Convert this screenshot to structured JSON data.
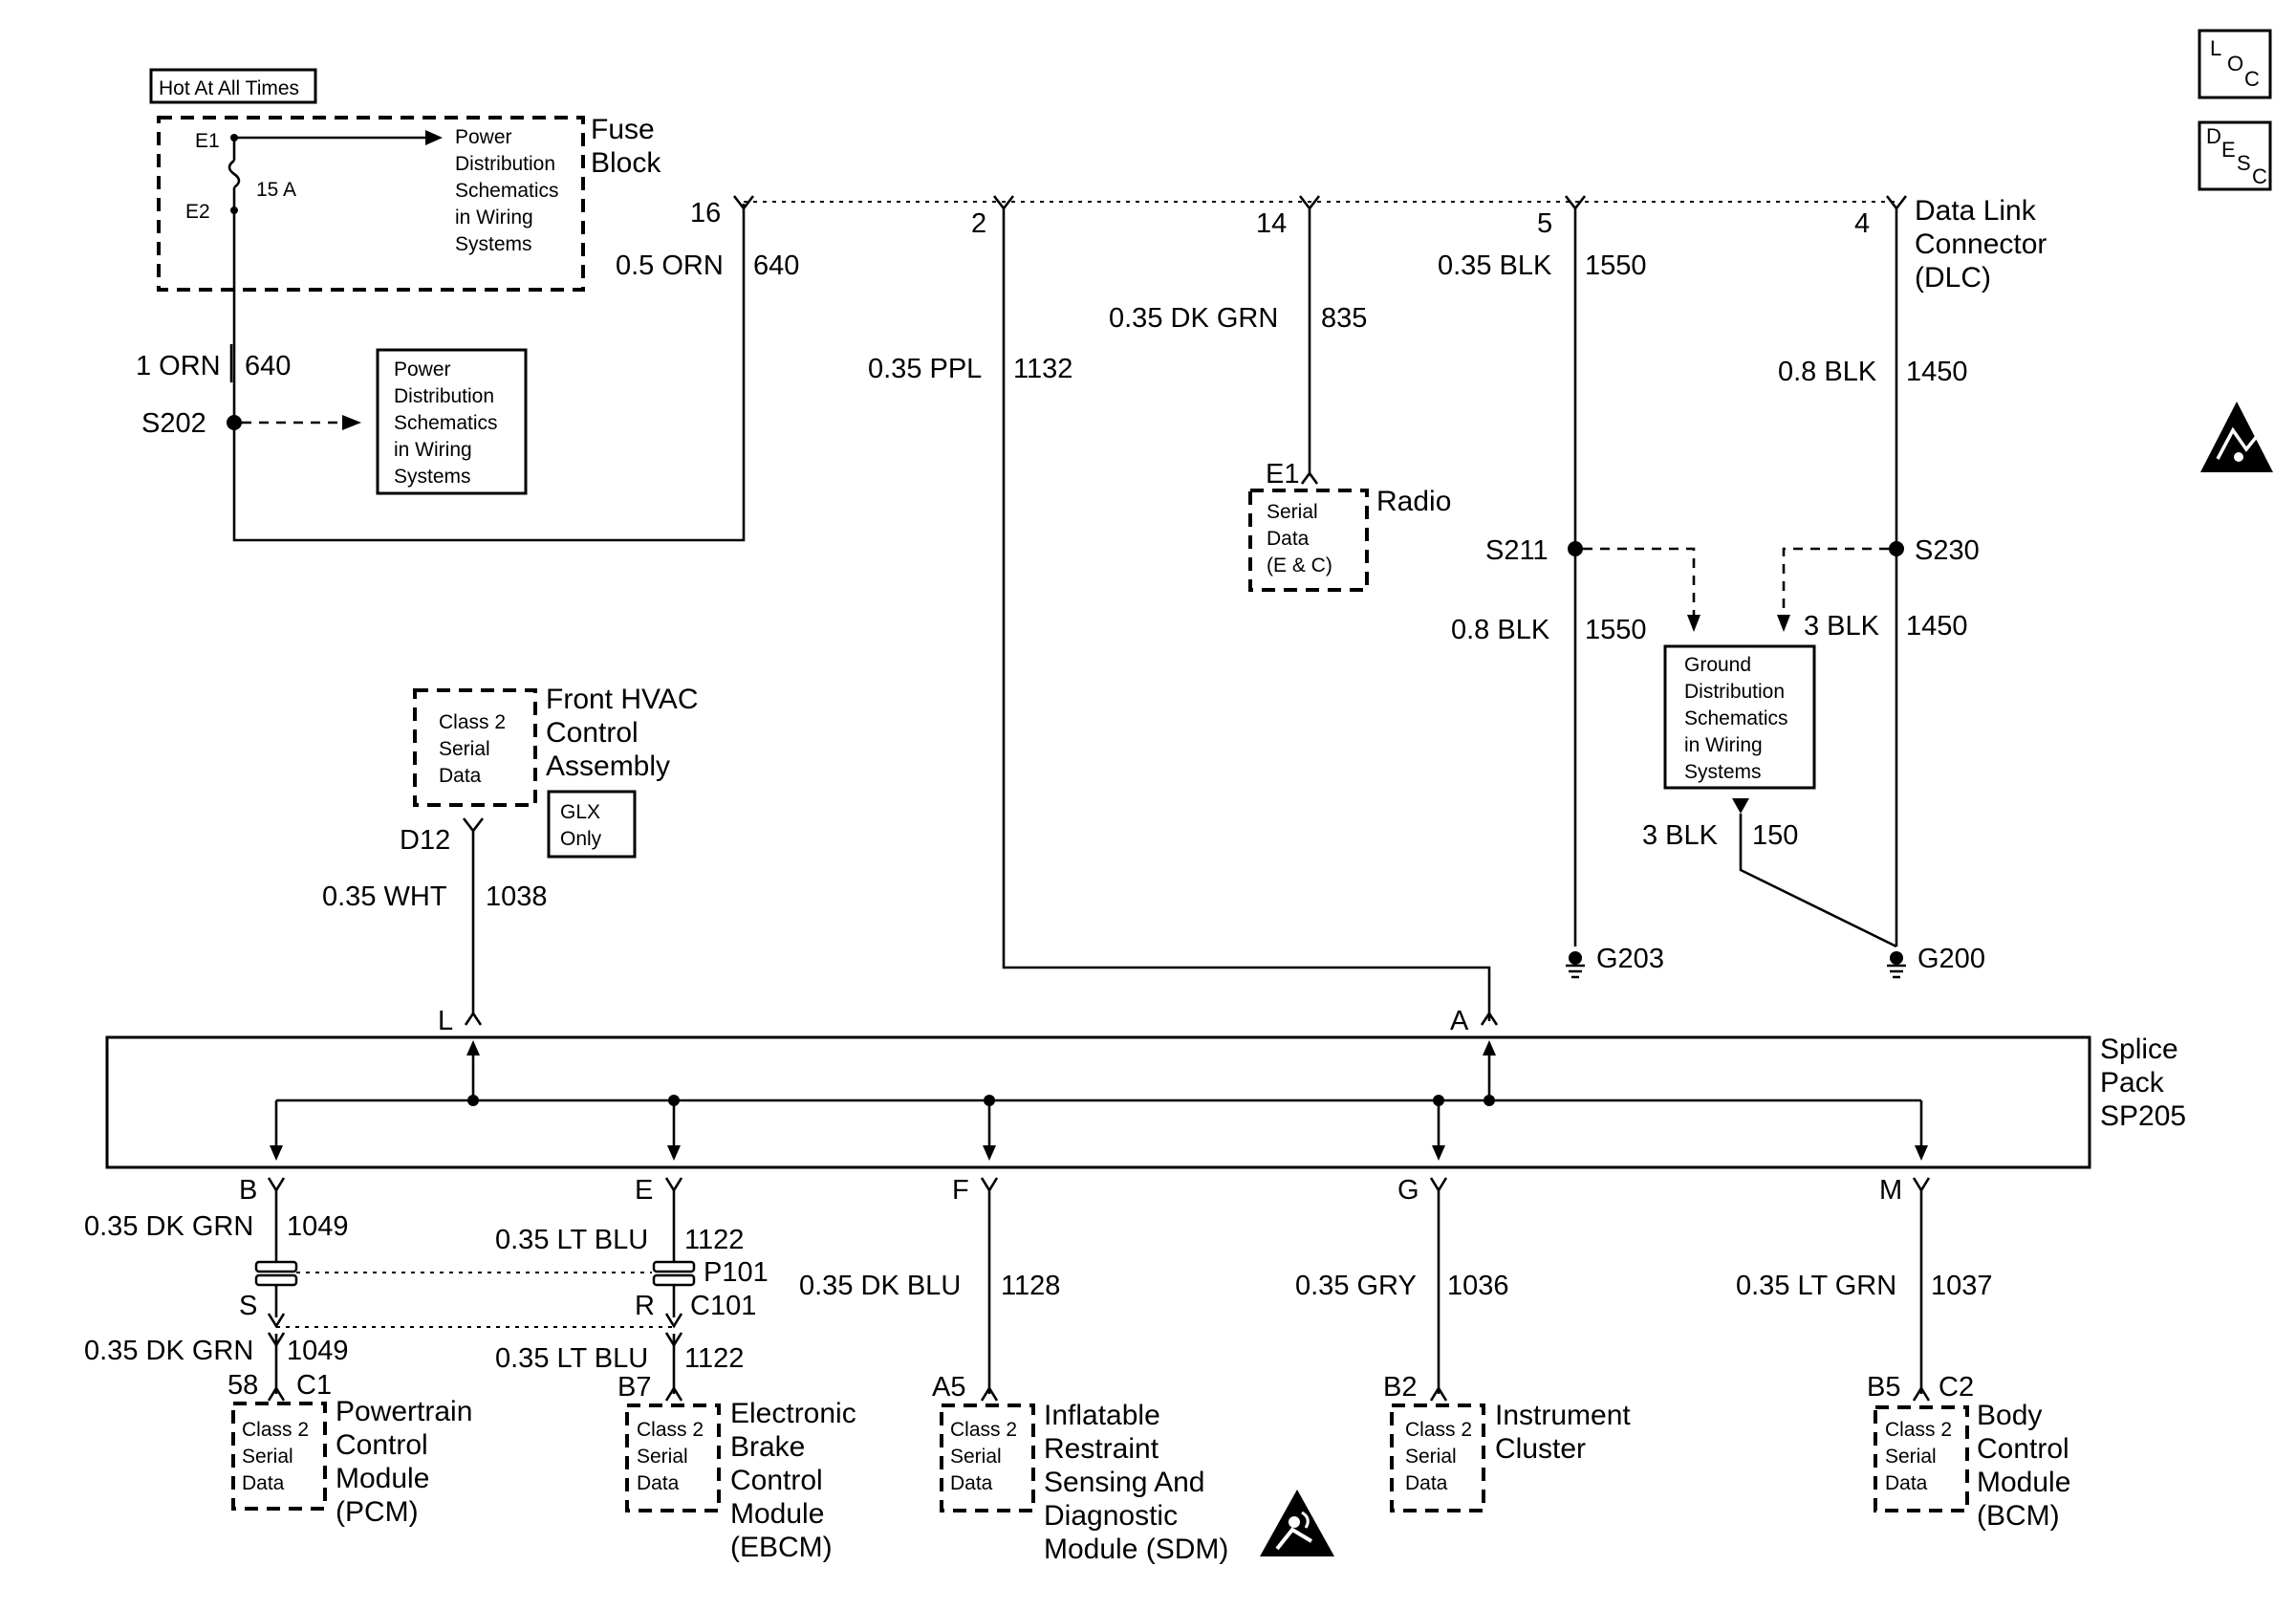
{
  "header": {
    "hot_at_all_times": "Hot At All Times",
    "loc_letters": [
      "L",
      "O",
      "C"
    ],
    "desc_letters": [
      "D",
      "E",
      "S",
      "C"
    ]
  },
  "fuse_block": {
    "title_line1": "Fuse",
    "title_line2": "Block",
    "e1": "E1",
    "e2": "E2",
    "fuse": "15 A",
    "power_ref": [
      "Power",
      "Distribution",
      "Schematics",
      "in Wiring",
      "Systems"
    ]
  },
  "s202": {
    "splice": "S202",
    "wire_gauge": "1 ORN",
    "circuit": "640",
    "power_ref": [
      "Power",
      "Distribution",
      "Schematics",
      "in Wiring",
      "Systems"
    ]
  },
  "dlc": {
    "title": [
      "Data Link",
      "Connector",
      "(DLC)"
    ],
    "pins": [
      {
        "pin": "16",
        "gauge": "0.5 ORN",
        "circuit": "640"
      },
      {
        "pin": "2",
        "gauge": "0.35 PPL",
        "circuit": "1132"
      },
      {
        "pin": "14",
        "gauge": "0.35 DK GRN",
        "circuit": "835"
      },
      {
        "pin": "5",
        "gauge": "0.35 BLK",
        "circuit": "1550"
      },
      {
        "pin": "4",
        "gauge": "0.8 BLK",
        "circuit": "1450"
      }
    ]
  },
  "radio": {
    "pin": "E1",
    "name": "Radio",
    "label": [
      "Serial",
      "Data",
      "(E & C)"
    ]
  },
  "grounds": {
    "s211": "S211",
    "s230": "S230",
    "s211_gauge": "0.8 BLK",
    "s211_circuit": "1550",
    "s230_gauge": "3 BLK",
    "s230_circuit": "1450",
    "ground_ref": [
      "Ground",
      "Distribution",
      "Schematics",
      "in Wiring",
      "Systems"
    ],
    "gd_gauge": "3 BLK",
    "gd_circuit": "150",
    "g203": "G203",
    "g200": "G200"
  },
  "hvac": {
    "label": [
      "Class 2",
      "Serial",
      "Data"
    ],
    "name": [
      "Front HVAC",
      "Control",
      "Assembly"
    ],
    "option": [
      "GLX",
      "Only"
    ],
    "pin": "D12",
    "gauge": "0.35 WHT",
    "circuit": "1038"
  },
  "splice_pack": {
    "name": [
      "Splice",
      "Pack",
      "SP205"
    ],
    "top_l": "L",
    "top_a": "A",
    "bottom_pins": [
      "B",
      "E",
      "F",
      "G",
      "M"
    ]
  },
  "pcm": {
    "gauge_top": "0.35 DK GRN",
    "circuit_top": "1049",
    "s_pin": "S",
    "gauge_bottom": "0.35 DK GRN",
    "circuit_bottom": "1049",
    "pin": "58",
    "conn": "C1",
    "label": [
      "Class 2",
      "Serial",
      "Data"
    ],
    "name": [
      "Powertrain",
      "Control",
      "Module",
      "(PCM)"
    ]
  },
  "ebcm": {
    "gauge_top": "0.35 LT BLU",
    "circuit_top": "1122",
    "p101": "P101",
    "r_pin": "R",
    "c101": "C101",
    "gauge_bottom": "0.35 LT BLU",
    "circuit_bottom": "1122",
    "pin": "B7",
    "label": [
      "Class 2",
      "Serial",
      "Data"
    ],
    "name": [
      "Electronic",
      "Brake",
      "Control",
      "Module",
      "(EBCM)"
    ]
  },
  "sdm": {
    "gauge": "0.35 DK BLU",
    "circuit": "1128",
    "pin": "A5",
    "label": [
      "Class 2",
      "Serial",
      "Data"
    ],
    "name": [
      "Inflatable",
      "Restraint",
      "Sensing And",
      "Diagnostic",
      "Module (SDM)"
    ]
  },
  "ipc": {
    "gauge": "0.35 GRY",
    "circuit": "1036",
    "pin": "B2",
    "label": [
      "Class 2",
      "Serial",
      "Data"
    ],
    "name": [
      "Instrument",
      "Cluster"
    ]
  },
  "bcm": {
    "gauge": "0.35 LT GRN",
    "circuit": "1037",
    "pin": "B5",
    "conn": "C2",
    "label": [
      "Class 2",
      "Serial",
      "Data"
    ],
    "name": [
      "Body",
      "Control",
      "Module",
      "(BCM)"
    ]
  }
}
